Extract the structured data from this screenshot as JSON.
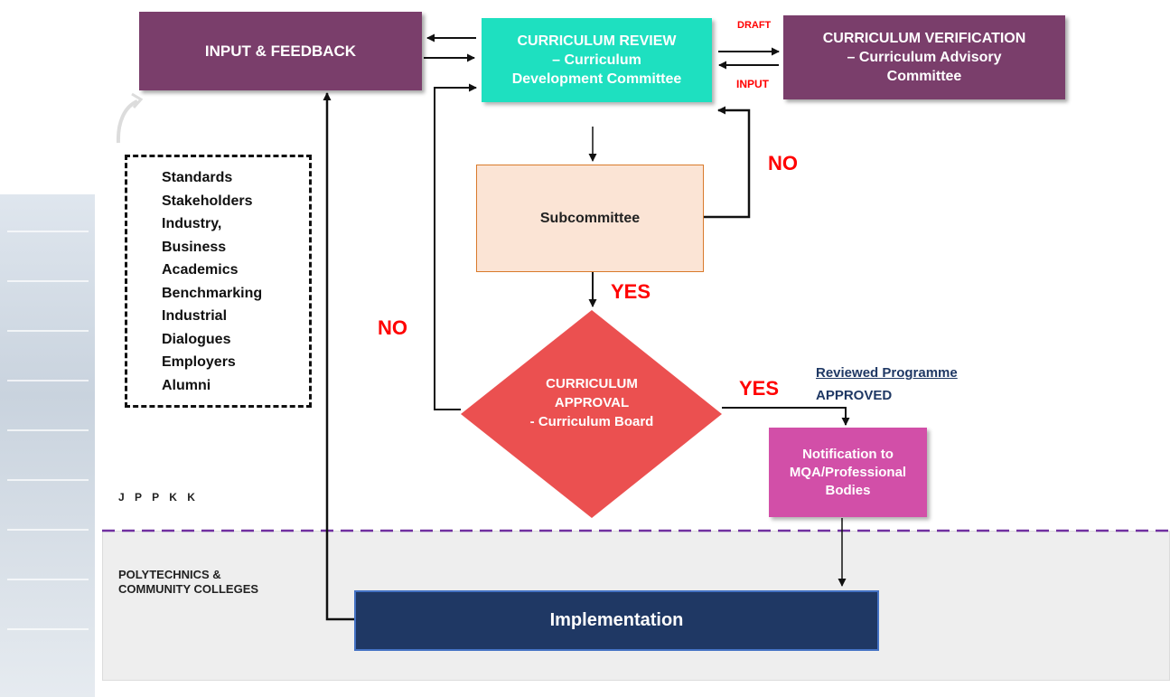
{
  "nodes": {
    "input_feedback": "INPUT & FEEDBACK",
    "curriculum_review": [
      "CURRICULUM REVIEW",
      "– Curriculum",
      "Development Committee"
    ],
    "curriculum_verification": [
      "CURRICULUM VERIFICATION",
      "– Curriculum Advisory",
      "Committee"
    ],
    "subcommittee": "Subcommittee",
    "curriculum_approval": [
      "CURRICULUM",
      "APPROVAL",
      "- Curriculum Board"
    ],
    "notification": [
      "Notification to",
      "MQA/Professional",
      "Bodies"
    ],
    "implementation": "Implementation"
  },
  "edge_labels": {
    "draft": "DRAFT",
    "input": "INPUT",
    "no_subcommittee": "NO",
    "yes_subcommittee": "YES",
    "no_approval": "NO",
    "yes_approval": "YES"
  },
  "approved_note": {
    "line1": "Reviewed Programme",
    "line2": "APPROVED"
  },
  "input_sources": [
    "Standards",
    "Stakeholders",
    "Industry,",
    "Business",
    "Academics",
    "Benchmarking",
    "Industrial",
    "Dialogues",
    "Employers",
    "Alumni"
  ],
  "zones": {
    "upper": "J P P K K",
    "lower": "POLYTECHNICS & COMMUNITY COLLEGES"
  },
  "colors": {
    "plum": "#7a3e6b",
    "teal": "#1ee0c0",
    "peach": "#fbe4d5",
    "diamond_red": "#eb5050",
    "pink": "#d24fa8",
    "navy": "#1f3864",
    "label_red": "#ff0000",
    "divider_purple": "#7030a0"
  }
}
